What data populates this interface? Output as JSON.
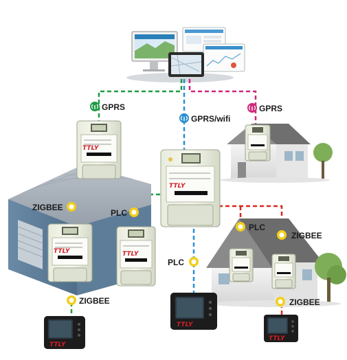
{
  "labels": {
    "gprs_left": "GPRS",
    "gprs_wifi": "GPRS/wifi",
    "gprs_right": "GPRS",
    "zigbee_factory": "ZIGBEE",
    "plc_factory": "PLC",
    "zigbee_factory_display": "ZIGBEE",
    "plc_display": "PLC",
    "plc_house": "PLC",
    "zigbee_house": "ZIGBEE",
    "zigbee_house_display": "ZIGBEE"
  },
  "brand": "TTLY",
  "colors": {
    "green_link": "#1f9a44",
    "blue_link": "#2a8fd0",
    "magenta_link": "#d0267a",
    "red_link": "#d9261c",
    "coupler": "#f2cf1c",
    "gprs_green_icon": "#1f9a44",
    "gprs_blue_icon": "#2a8fd0",
    "gprs_magenta_icon": "#d0267a"
  },
  "icons": {
    "antenna": "antenna-icon",
    "coupler": "coupler-ring-icon"
  }
}
